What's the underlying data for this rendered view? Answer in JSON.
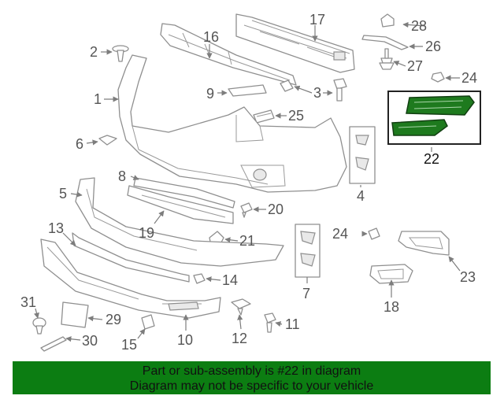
{
  "callouts": {
    "c1": "1",
    "c2": "2",
    "c3": "3",
    "c4": "4",
    "c5": "5",
    "c6": "6",
    "c7": "7",
    "c8": "8",
    "c9": "9",
    "c10": "10",
    "c11": "11",
    "c12": "12",
    "c13": "13",
    "c14": "14",
    "c15": "15",
    "c16": "16",
    "c17": "17",
    "c18": "18",
    "c19": "19",
    "c20": "20",
    "c21": "21",
    "c22": "22",
    "c23": "23",
    "c24a": "24",
    "c24b": "24",
    "c25": "25",
    "c26": "26",
    "c27": "27",
    "c28": "28",
    "c29": "29",
    "c30": "30",
    "c31": "31"
  },
  "highlight": {
    "part_number": "22",
    "color": "#1e7a1e"
  },
  "footer": {
    "line1": "Part or sub-assembly is #22 in diagram",
    "line2": "Diagram may not be specific to your vehicle",
    "background": "#0c7d12"
  }
}
